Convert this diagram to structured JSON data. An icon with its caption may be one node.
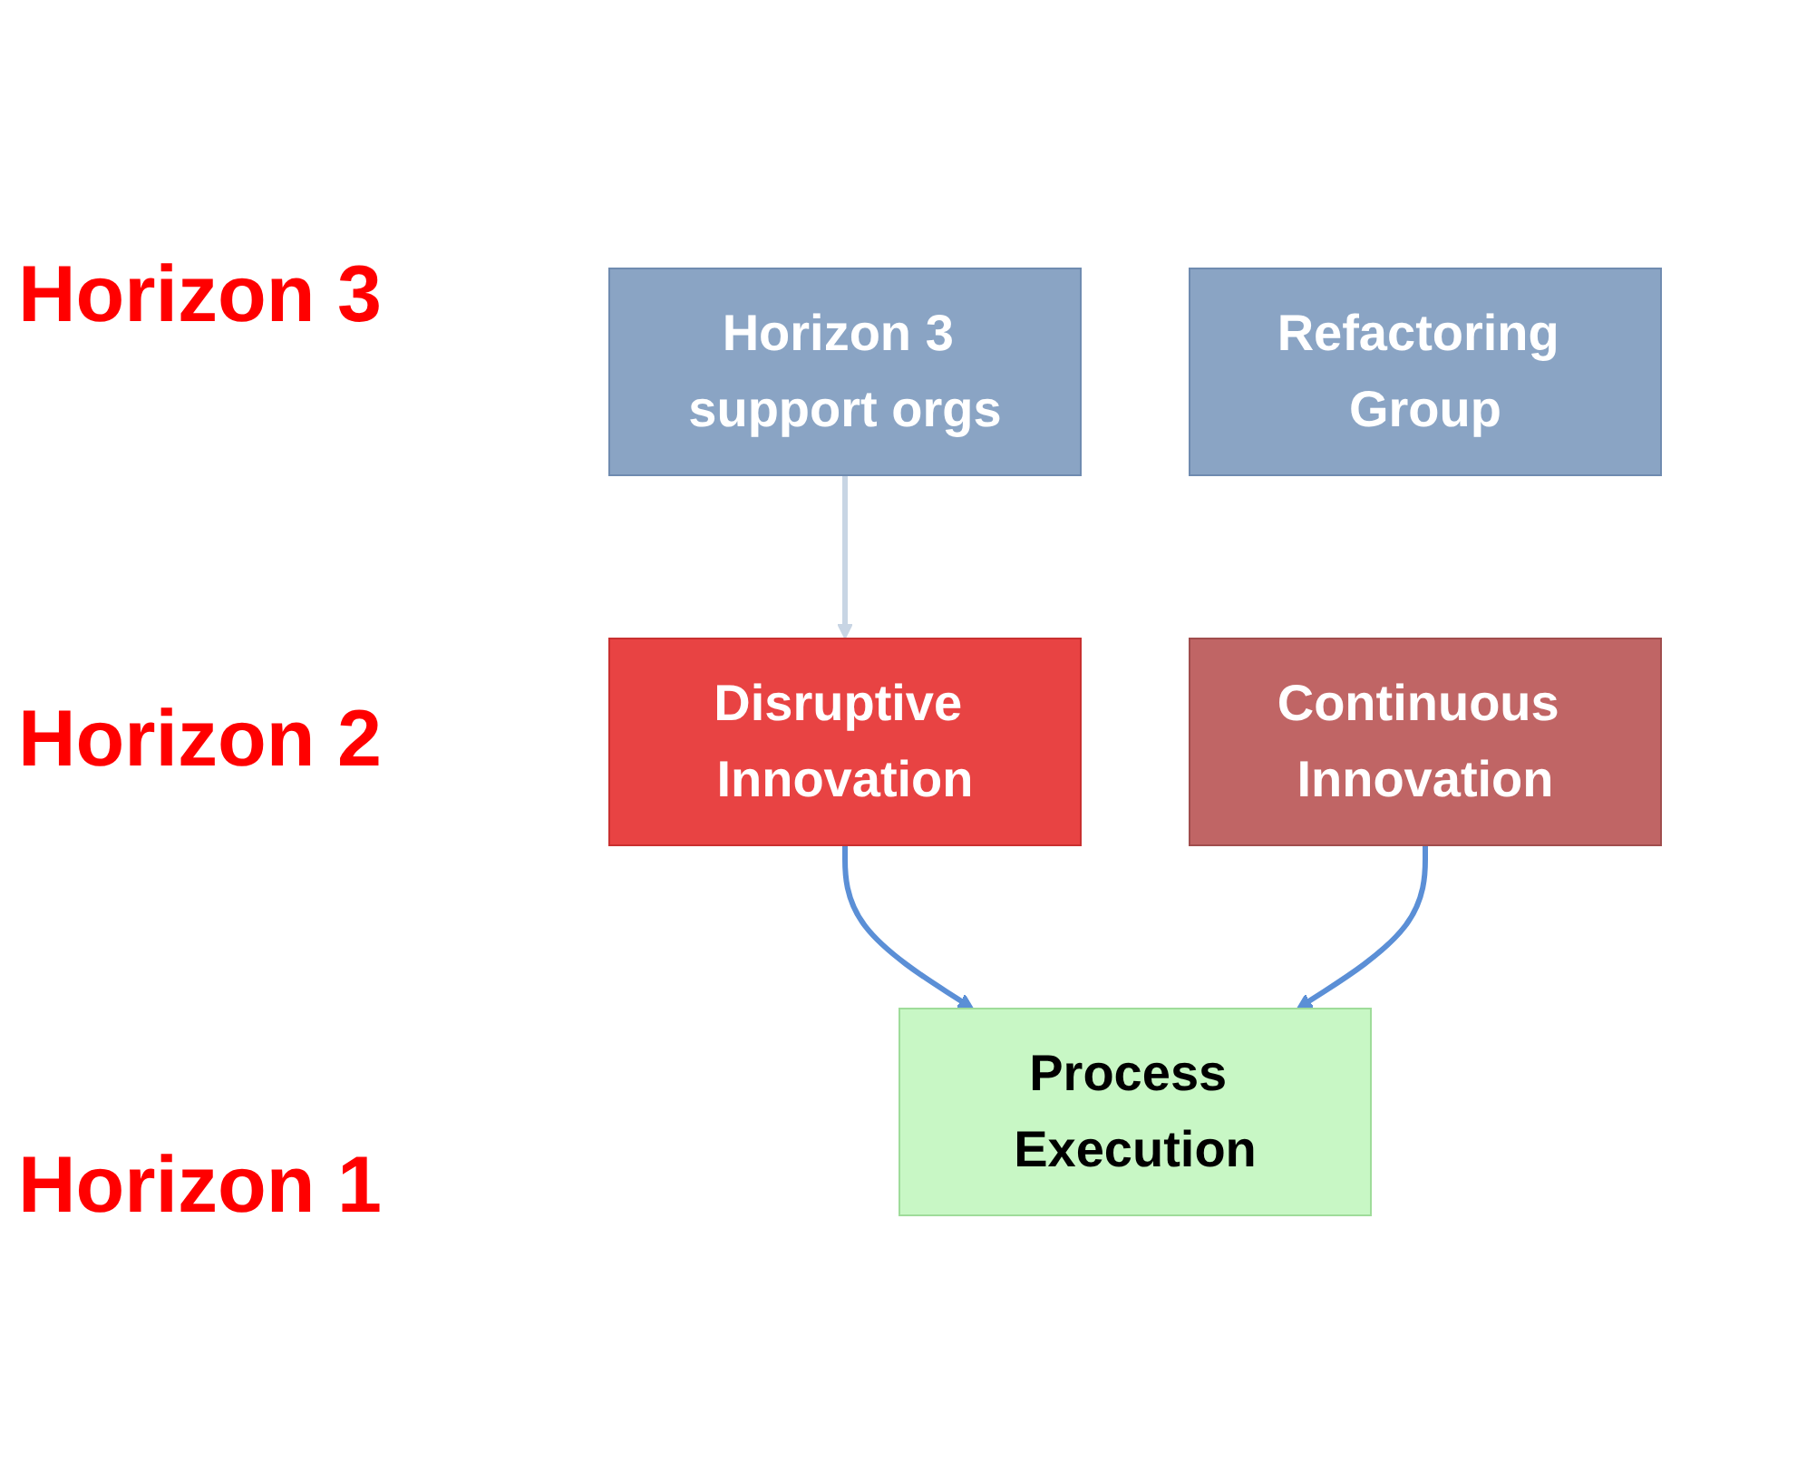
{
  "diagram": {
    "nodes": [
      {
        "text": [
          "Disruptive Innovation"
        ]
      },
      {
        "text": [
          "Continuous Innovation"
        ]
      },
      {
        "text": [
          "Horizon 3 support orgs"
        ]
      },
      {
        "text": [
          "Process Execution"
        ]
      },
      {
        "text": [
          "Refactoring Group"
        ]
      }
    ],
    "edges": [
      {
        "from": 0,
        "to": 3,
        "arrow": "to"
      },
      {
        "from": 1,
        "to": 3,
        "arrow": "to"
      },
      {
        "from": 2,
        "to": 0,
        "arrow": "to",
        "color": "#c8d5e4"
      }
    ],
    "labels": [
      "Horizon 3",
      "Horizon 2",
      "Horizon 1"
    ]
  }
}
